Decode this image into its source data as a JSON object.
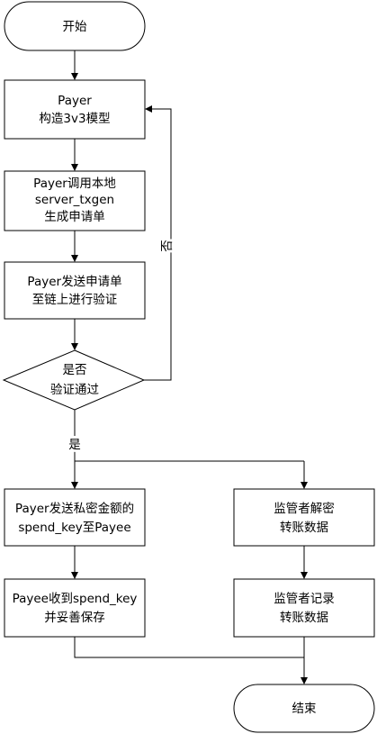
{
  "nodes": {
    "start": {
      "lines": [
        "开始"
      ]
    },
    "build_model": {
      "lines": [
        "Payer",
        "构造3v3模型"
      ]
    },
    "gen_request": {
      "lines": [
        "Payer调用本地",
        "server_txgen",
        "生成申请单"
      ]
    },
    "send_request": {
      "lines": [
        "Payer发送申请单",
        "至链上进行验证"
      ]
    },
    "verify": {
      "lines": [
        "是否",
        "验证通过"
      ]
    },
    "send_key": {
      "lines": [
        "Payer发送私密金额的",
        "spend_key至Payee"
      ]
    },
    "save_key": {
      "lines": [
        "Payee收到spend_key",
        "并妥善保存"
      ]
    },
    "decrypt": {
      "lines": [
        "监管者解密",
        "转账数据"
      ]
    },
    "record": {
      "lines": [
        "监管者记录",
        "转账数据"
      ]
    },
    "end": {
      "lines": [
        "结束"
      ]
    }
  },
  "edge_labels": {
    "no": "否",
    "yes": "是"
  }
}
